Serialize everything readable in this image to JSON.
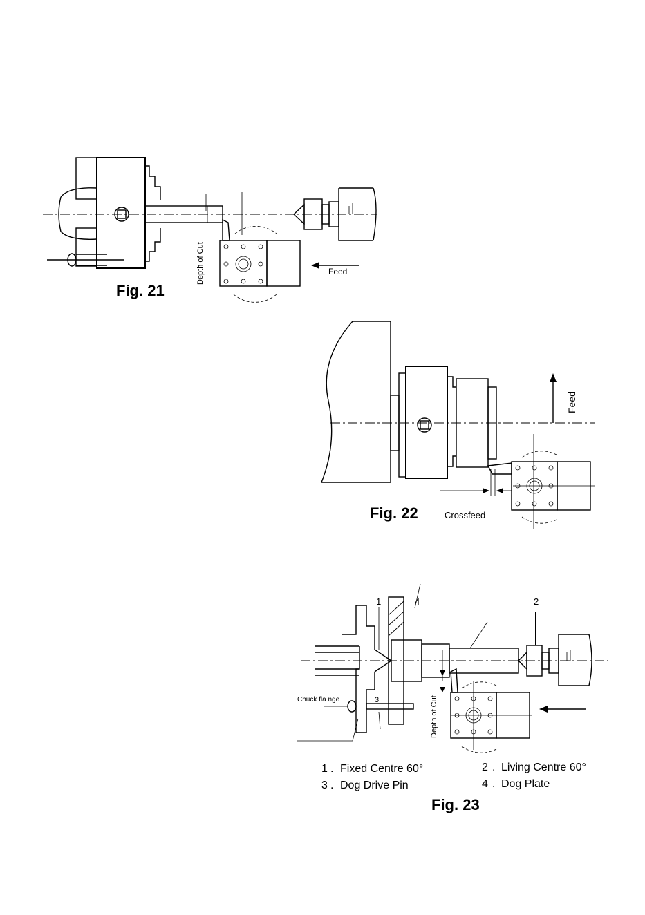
{
  "fig21": {
    "caption": "Fig. 21",
    "depth_label": "Depth of Cut",
    "feed_label": "Feed"
  },
  "fig22": {
    "caption": "Fig. 22",
    "feed_label": "Feed",
    "crossfeed_label": "Crossfeed"
  },
  "fig23": {
    "caption": "Fig. 23",
    "depth_label": "Depth of Cut",
    "chuck_flange_label": "Chuck fla nge",
    "callouts": [
      "1",
      "4",
      "2",
      "3"
    ],
    "legend": [
      {
        "num": "1",
        "text": "Fixed Centre 60°"
      },
      {
        "num": "2",
        "text": "Living Centre 60°"
      },
      {
        "num": "3",
        "text": "Dog Drive Pin"
      },
      {
        "num": "4",
        "text": "Dog Plate"
      }
    ]
  }
}
